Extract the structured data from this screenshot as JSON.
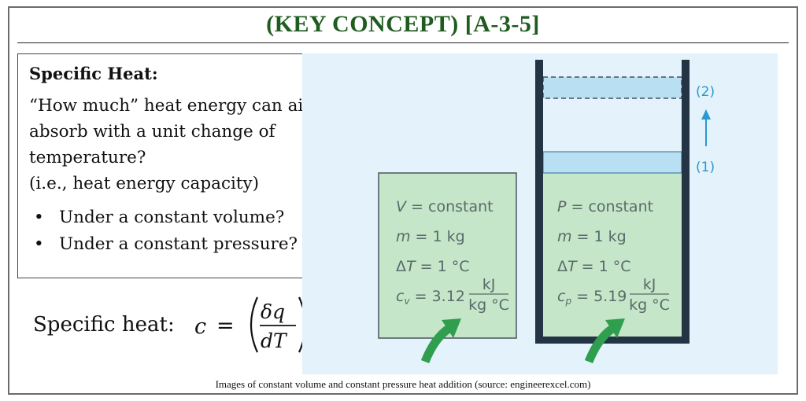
{
  "title": "(KEY CONCEPT) [A-3-5]",
  "concept": {
    "heading": "Specific Heat:",
    "body_line1": "“How much” heat energy can air",
    "body_line2": "absorb with a unit change of",
    "body_line3": "temperature?",
    "body_line4": "(i.e., heat energy capacity)",
    "bullets": [
      "Under a constant volume?",
      "Under a constant pressure?"
    ]
  },
  "formula": {
    "label": "Specific heat:",
    "symbol": "c",
    "equals": "=",
    "numerator": "δq",
    "denominator": "dT"
  },
  "diagram": {
    "constant_volume": {
      "line1_var": "V",
      "line1_rest": " = constant",
      "line2_var": "m",
      "line2_rest": " = 1 kg",
      "line3_delta": "Δ",
      "line3_var": "T",
      "line3_rest": " = 1 °C",
      "line4_var": "c",
      "line4_sub": "v",
      "line4_rest": " = 3.12",
      "unit_num": "kJ",
      "unit_den": "kg °C"
    },
    "constant_pressure": {
      "line1_var": "P",
      "line1_rest": " = constant",
      "line2_var": "m",
      "line2_rest": " = 1 kg",
      "line3_delta": "Δ",
      "line3_var": "T",
      "line3_rest": " = 1 °C",
      "line4_var": "c",
      "line4_sub": "p",
      "line4_rest": " = 5.19",
      "unit_num": "kJ",
      "unit_den": "kg °C"
    },
    "piston_label_start": "(1)",
    "piston_label_end": "(2)",
    "colors": {
      "gas_fill": "#c5e6c8",
      "box_border": "#4a5560",
      "cylinder_wall": "#233544",
      "piston_fill": "#b8dff2",
      "label_blue": "#2b9ad0",
      "heat_arrow": "#2f9e4f"
    }
  },
  "caption": "Images of constant volume and constant pressure heat addition (source: engineerexcel.com)"
}
